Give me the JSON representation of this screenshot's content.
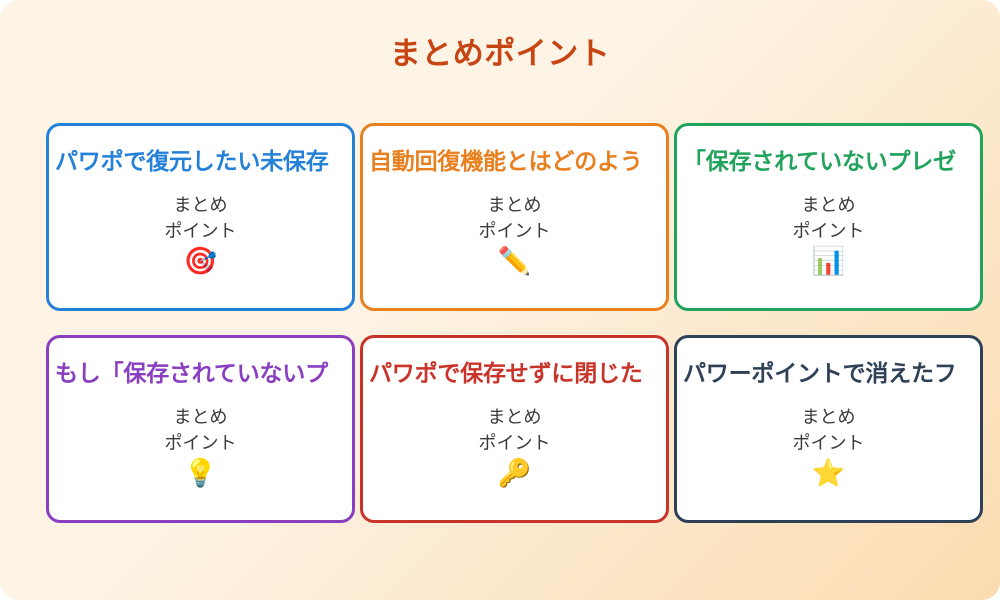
{
  "page": {
    "title": "まとめポイント",
    "title_color": "#c74512",
    "background_from": "#fdf4e6",
    "background_to": "#fbdcb0"
  },
  "cards": [
    {
      "title": "パワポで復元したい未保存",
      "body": "まとめ\nポイント",
      "icon": "🎯",
      "icon_name": "dart-target-icon",
      "color": "#2581d8"
    },
    {
      "title": "自動回復機能とはどのよう",
      "body": "まとめ\nポイント",
      "icon": "✏️",
      "icon_name": "pencil-icon",
      "color": "#e8801f"
    },
    {
      "title": "「保存されていないプレゼ",
      "body": "まとめ\nポイント",
      "icon": "📊",
      "icon_name": "bar-chart-icon",
      "color": "#22a35c"
    },
    {
      "title": "もし「保存されていないプ",
      "body": "まとめ\nポイント",
      "icon": "💡",
      "icon_name": "lightbulb-icon",
      "color": "#8a3fc0"
    },
    {
      "title": "パワポで保存せずに閉じた",
      "body": "まとめ\nポイント",
      "icon": "🔑",
      "icon_name": "key-icon",
      "color": "#c9342a"
    },
    {
      "title": "パワーポイントで消えたフ",
      "body": "まとめ\nポイント",
      "icon": "⭐",
      "icon_name": "star-icon",
      "color": "#2f4156"
    }
  ]
}
